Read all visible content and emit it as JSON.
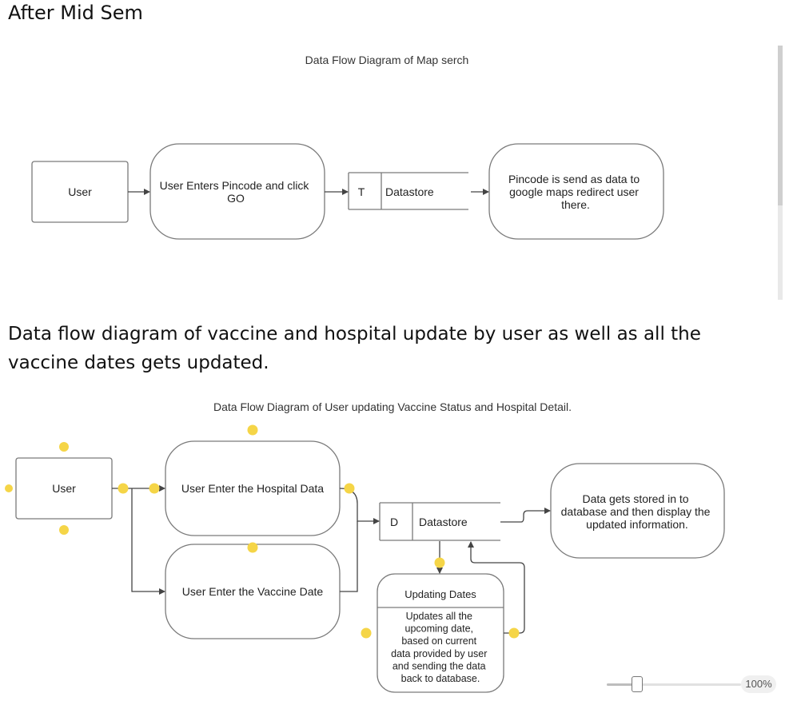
{
  "page": {
    "heading": "After Mid Sem",
    "section2_heading": "Data flow diagram of vaccine and hospital update by user as well as all the vaccine dates gets updated."
  },
  "diagram1": {
    "title": "Data Flow Diagram of Map serch",
    "user_label": "User",
    "process_lines": [
      "User Enters Pincode and click",
      "GO"
    ],
    "datastore_id": "T",
    "datastore_label": "Datastore",
    "result_lines": [
      "Pincode is send as data to",
      "google maps redirect user",
      "there."
    ]
  },
  "diagram2": {
    "title": "Data Flow Diagram of User updating Vaccine Status and Hospital Detail.",
    "user_label": "User",
    "hospital_process": "User Enter the Hospital Data",
    "vaccine_process": "User Enter the Vaccine Date",
    "datastore_id": "D",
    "datastore_label": "Datastore",
    "stored_lines": [
      "Data gets stored in to",
      "database and then display the",
      "updated information."
    ],
    "updating_title": "Updating Dates",
    "updating_body": [
      "Updates all the",
      "upcoming date,",
      "based on current",
      "data provided by user",
      "and sending the data",
      "back to database."
    ],
    "connector_color": "#f5d547",
    "stroke_color": "#7a7a7a"
  },
  "zoom": {
    "label": "100%",
    "level_fraction": 0.22
  }
}
